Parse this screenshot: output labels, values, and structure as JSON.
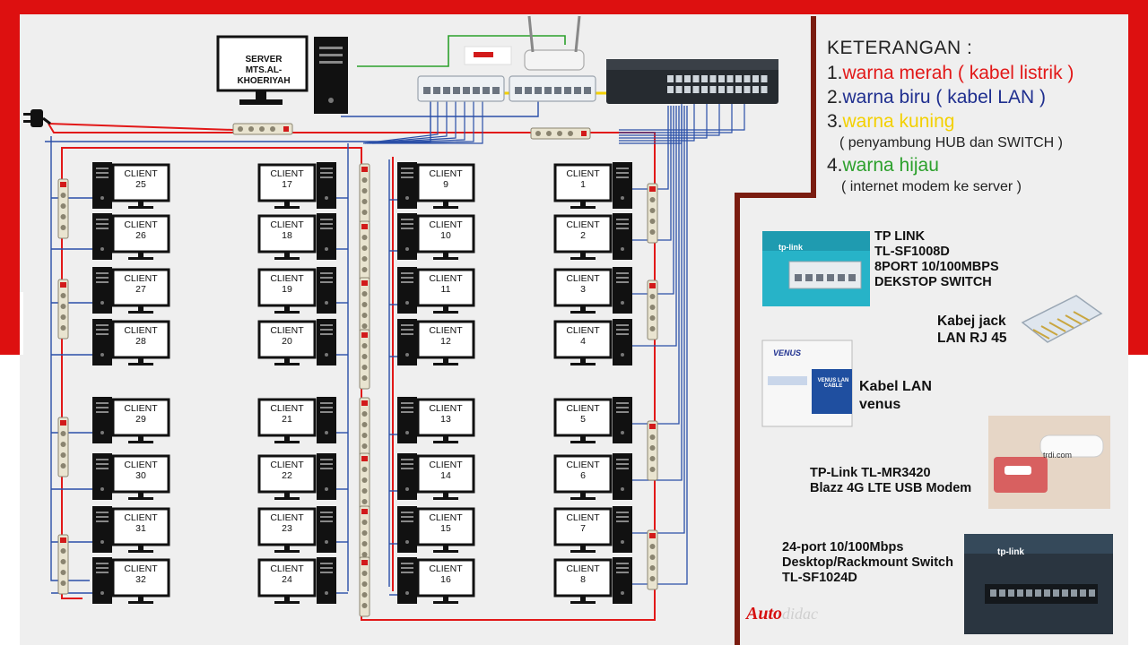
{
  "server": {
    "line1": "SERVER",
    "line2": "MTS.AL-KHOERIYAH"
  },
  "client_label": "CLIENT",
  "clients": [
    {
      "num": "25"
    },
    {
      "num": "26"
    },
    {
      "num": "27"
    },
    {
      "num": "28"
    },
    {
      "num": "29"
    },
    {
      "num": "30"
    },
    {
      "num": "31"
    },
    {
      "num": "32"
    },
    {
      "num": "17"
    },
    {
      "num": "18"
    },
    {
      "num": "19"
    },
    {
      "num": "20"
    },
    {
      "num": "21"
    },
    {
      "num": "22"
    },
    {
      "num": "23"
    },
    {
      "num": "24"
    },
    {
      "num": "9"
    },
    {
      "num": "10"
    },
    {
      "num": "11"
    },
    {
      "num": "12"
    },
    {
      "num": "13"
    },
    {
      "num": "14"
    },
    {
      "num": "15"
    },
    {
      "num": "16"
    },
    {
      "num": "1"
    },
    {
      "num": "2"
    },
    {
      "num": "3"
    },
    {
      "num": "4"
    },
    {
      "num": "5"
    },
    {
      "num": "6"
    },
    {
      "num": "7"
    },
    {
      "num": "8"
    }
  ],
  "legend": {
    "title": "KETERANGAN :",
    "item1_num": "1.",
    "item1": "warna merah ( kabel listrik )",
    "item2_num": "2.",
    "item2": "warna biru ( kabel LAN )",
    "item3_num": "3.",
    "item3": "warna kuning",
    "item3_sub": "( penyambung HUB dan SWITCH )",
    "item4_num": "4.",
    "item4": "warna hijau",
    "item4_sub": "( internet modem ke server )"
  },
  "products": {
    "switch8": {
      "l1": "TP LINK",
      "l2": "TL-SF1008D",
      "l3": "8PORT 10/100MBPS",
      "l4": "DEKSTOP SWITCH",
      "box_brand": "tp-link"
    },
    "rj45": {
      "l1": "Kabej jack",
      "l2": "LAN RJ 45"
    },
    "cable": {
      "l1": "Kabel LAN",
      "l2": "venus",
      "box_brand": "VENUS",
      "box_text": "VENUS LAN CABLE"
    },
    "modem": {
      "l1": "TP-Link TL-MR3420",
      "l2": "Blazz 4G LTE USB Modem",
      "watermark": "trdi.com"
    },
    "switch24": {
      "l1": "24-port 10/100Mbps",
      "l2": "Desktop/Rackmount Switch",
      "l3": "TL-SF1024D",
      "box_brand": "tp-link"
    }
  },
  "logo": {
    "text1": "Auto",
    "text2": "didac"
  },
  "colors": {
    "power": "#e21818",
    "lan": "#2a4fa8",
    "bridge": "#f3d000",
    "internet": "#2ca02c",
    "frame": "#dd1010",
    "divider": "#7a1c10"
  }
}
